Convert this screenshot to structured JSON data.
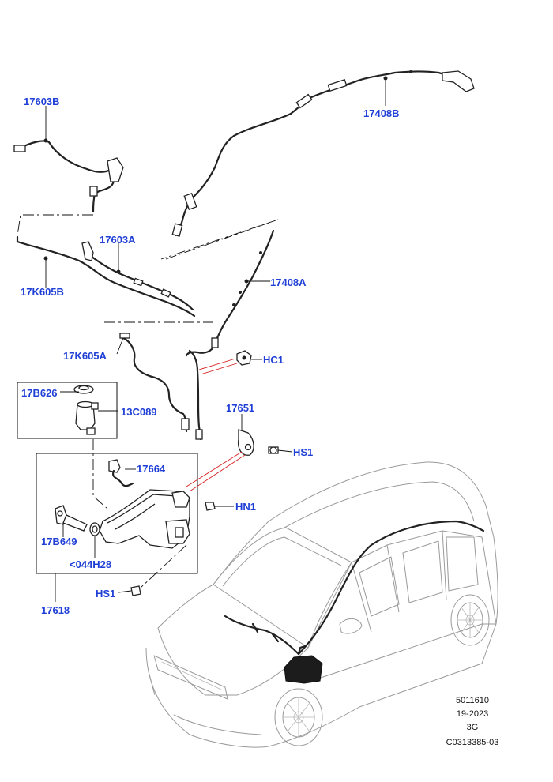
{
  "labels": {
    "l17603B": "17603B",
    "l17408B": "17408B",
    "l17603A": "17603A",
    "l17K605B": "17K605B",
    "l17408A": "17408A",
    "l17K605A": "17K605A",
    "lHC1": "HC1",
    "l17B626": "17B626",
    "l13C089": "13C089",
    "l17651": "17651",
    "lHS1a": "HS1",
    "l17664": "17664",
    "lHN1": "HN1",
    "l17B649": "17B649",
    "l044H28": "<044H28",
    "l17618": "17618",
    "lHS1b": "HS1"
  },
  "reference": {
    "code": "5011610",
    "date": "19-2023",
    "variant": "3G",
    "illustration": "C0313385-03"
  },
  "colors": {
    "label": "#1f3fd6",
    "linework": "#222222",
    "callout_red": "#d62020",
    "vehicle_outline": "#9a9a9a"
  }
}
